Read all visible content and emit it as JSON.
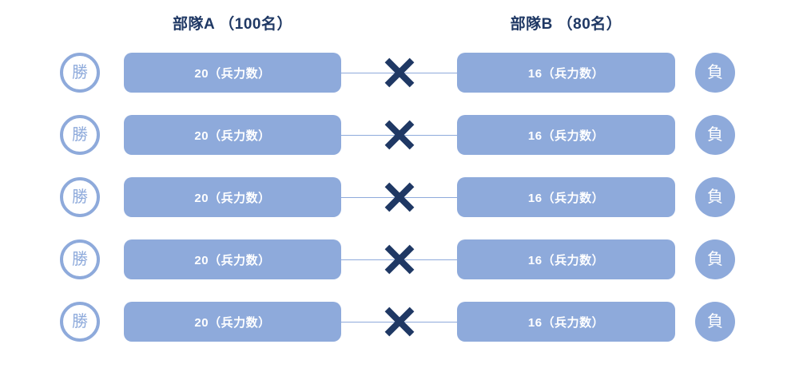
{
  "colors": {
    "accent_light": "#8EAADB",
    "accent_dark": "#1F3864",
    "text_on_accent": "#FFFFFF",
    "connector": "#8EAADB",
    "background": "#FFFFFF"
  },
  "headers": {
    "army_a": "部隊A （100名）",
    "army_b": "部隊B （80名）"
  },
  "icons": {
    "versus": "x-mark"
  },
  "rows": [
    {
      "win_label": "勝",
      "army_a_value": "20（兵力数）",
      "army_b_value": "16（兵力数）",
      "lose_label": "負"
    },
    {
      "win_label": "勝",
      "army_a_value": "20（兵力数）",
      "army_b_value": "16（兵力数）",
      "lose_label": "負"
    },
    {
      "win_label": "勝",
      "army_a_value": "20（兵力数）",
      "army_b_value": "16（兵力数）",
      "lose_label": "負"
    },
    {
      "win_label": "勝",
      "army_a_value": "20（兵力数）",
      "army_b_value": "16（兵力数）",
      "lose_label": "負"
    },
    {
      "win_label": "勝",
      "army_a_value": "20（兵力数）",
      "army_b_value": "16（兵力数）",
      "lose_label": "負"
    }
  ]
}
